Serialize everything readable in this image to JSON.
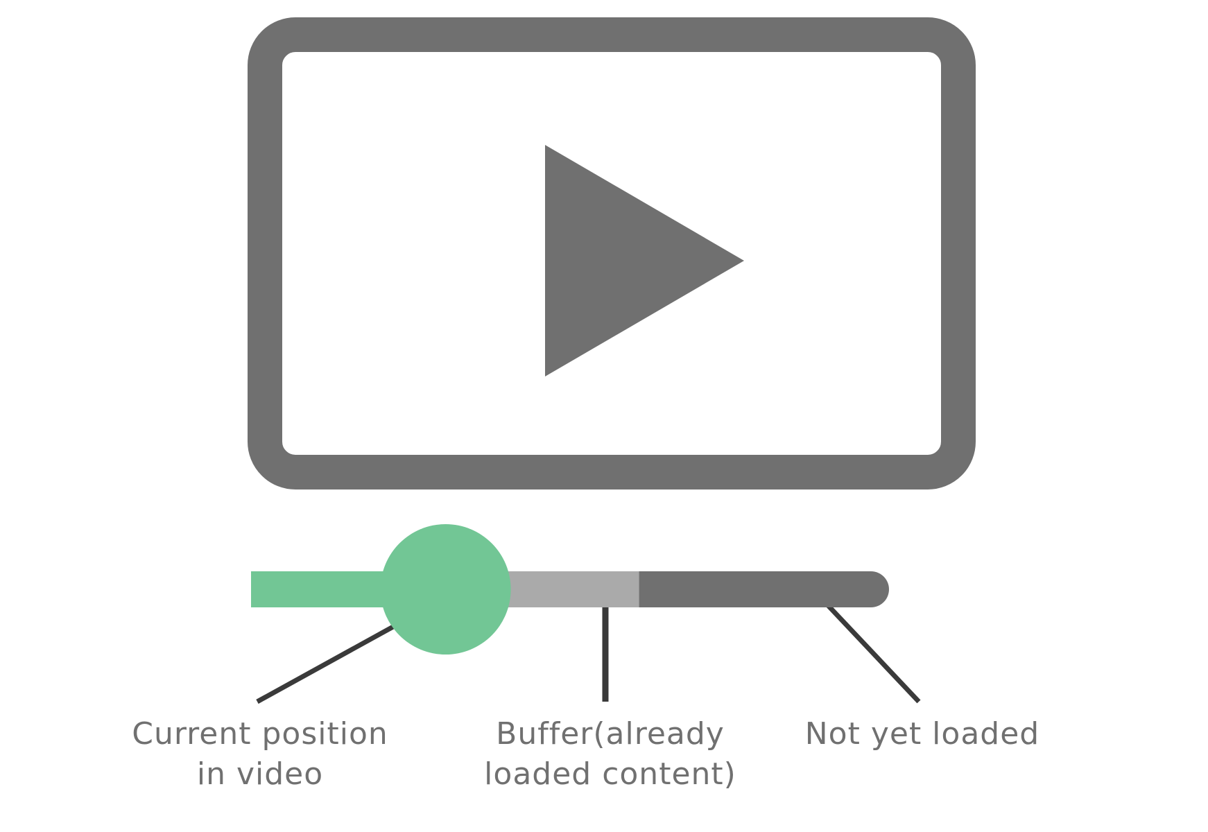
{
  "colors": {
    "frame": "#707070",
    "played": "#72c695",
    "buffer": "#aaaaaa",
    "unloaded": "#707070",
    "leader": "#3a3a3a",
    "caption": "#707070"
  },
  "icons": {
    "frame": "video-frame-icon",
    "play": "play-icon"
  },
  "progress": {
    "current_fraction": 0.305,
    "buffered_fraction": 0.608
  },
  "labels": {
    "current_line1": "Current position",
    "current_line2": "in video",
    "buffer_line1": "Buffer(already",
    "buffer_line2": "loaded content)",
    "not_loaded": "Not yet loaded"
  }
}
